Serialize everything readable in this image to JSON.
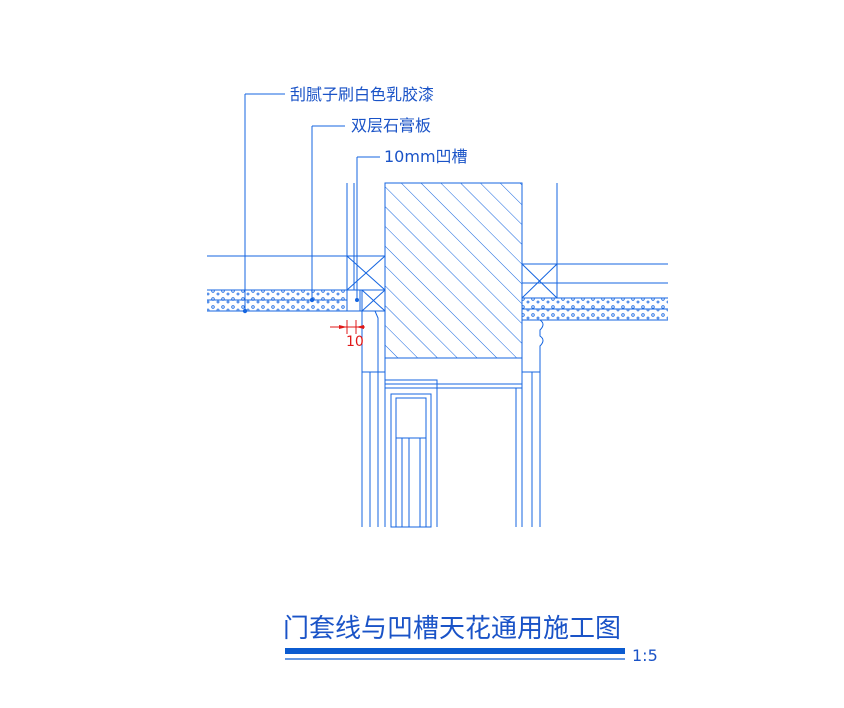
{
  "labels": {
    "putty": "刮腻子刷白色乳胶漆",
    "gypsum": "双层石膏板",
    "groove": "10mm凹槽"
  },
  "dimension": "10",
  "title": "门套线与凹槽天花通用施工图",
  "scale": "1:5",
  "colors": {
    "line": "#1565e0",
    "text": "#1a53c7",
    "dimension": "#e01818",
    "title_bar": "#0b5bd0"
  }
}
